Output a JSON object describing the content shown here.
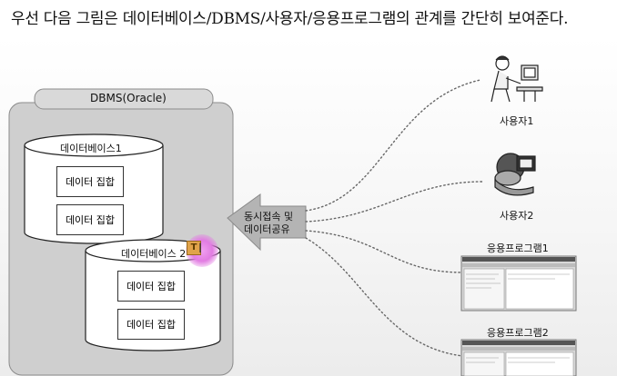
{
  "headline": "우선 다음 그림은 데이터베이스/DBMS/사용자/응용프로그램의 관계를 간단히 보여준다.",
  "dbms": {
    "title": "DBMS(Oracle)",
    "databases": [
      {
        "label": "데이터베이스1",
        "sets": [
          "데이터 집합",
          "데이터 집합"
        ]
      },
      {
        "label": "데이터베이스 2",
        "sets": [
          "데이터 집합",
          "데이터 집합"
        ]
      }
    ]
  },
  "arrow": {
    "line1": "동시접속 및",
    "line2": "데이터공유"
  },
  "clients": {
    "user1": "사용자1",
    "user2": "사용자2",
    "app1": "응용프로그램1",
    "app2": "응용프로그램2"
  },
  "icons": {
    "user1": "person-at-computer-icon",
    "user2": "person-with-monitor-icon",
    "app1": "application-window-icon",
    "app2": "application-window-icon",
    "cursor": "text-cursor-icon"
  }
}
